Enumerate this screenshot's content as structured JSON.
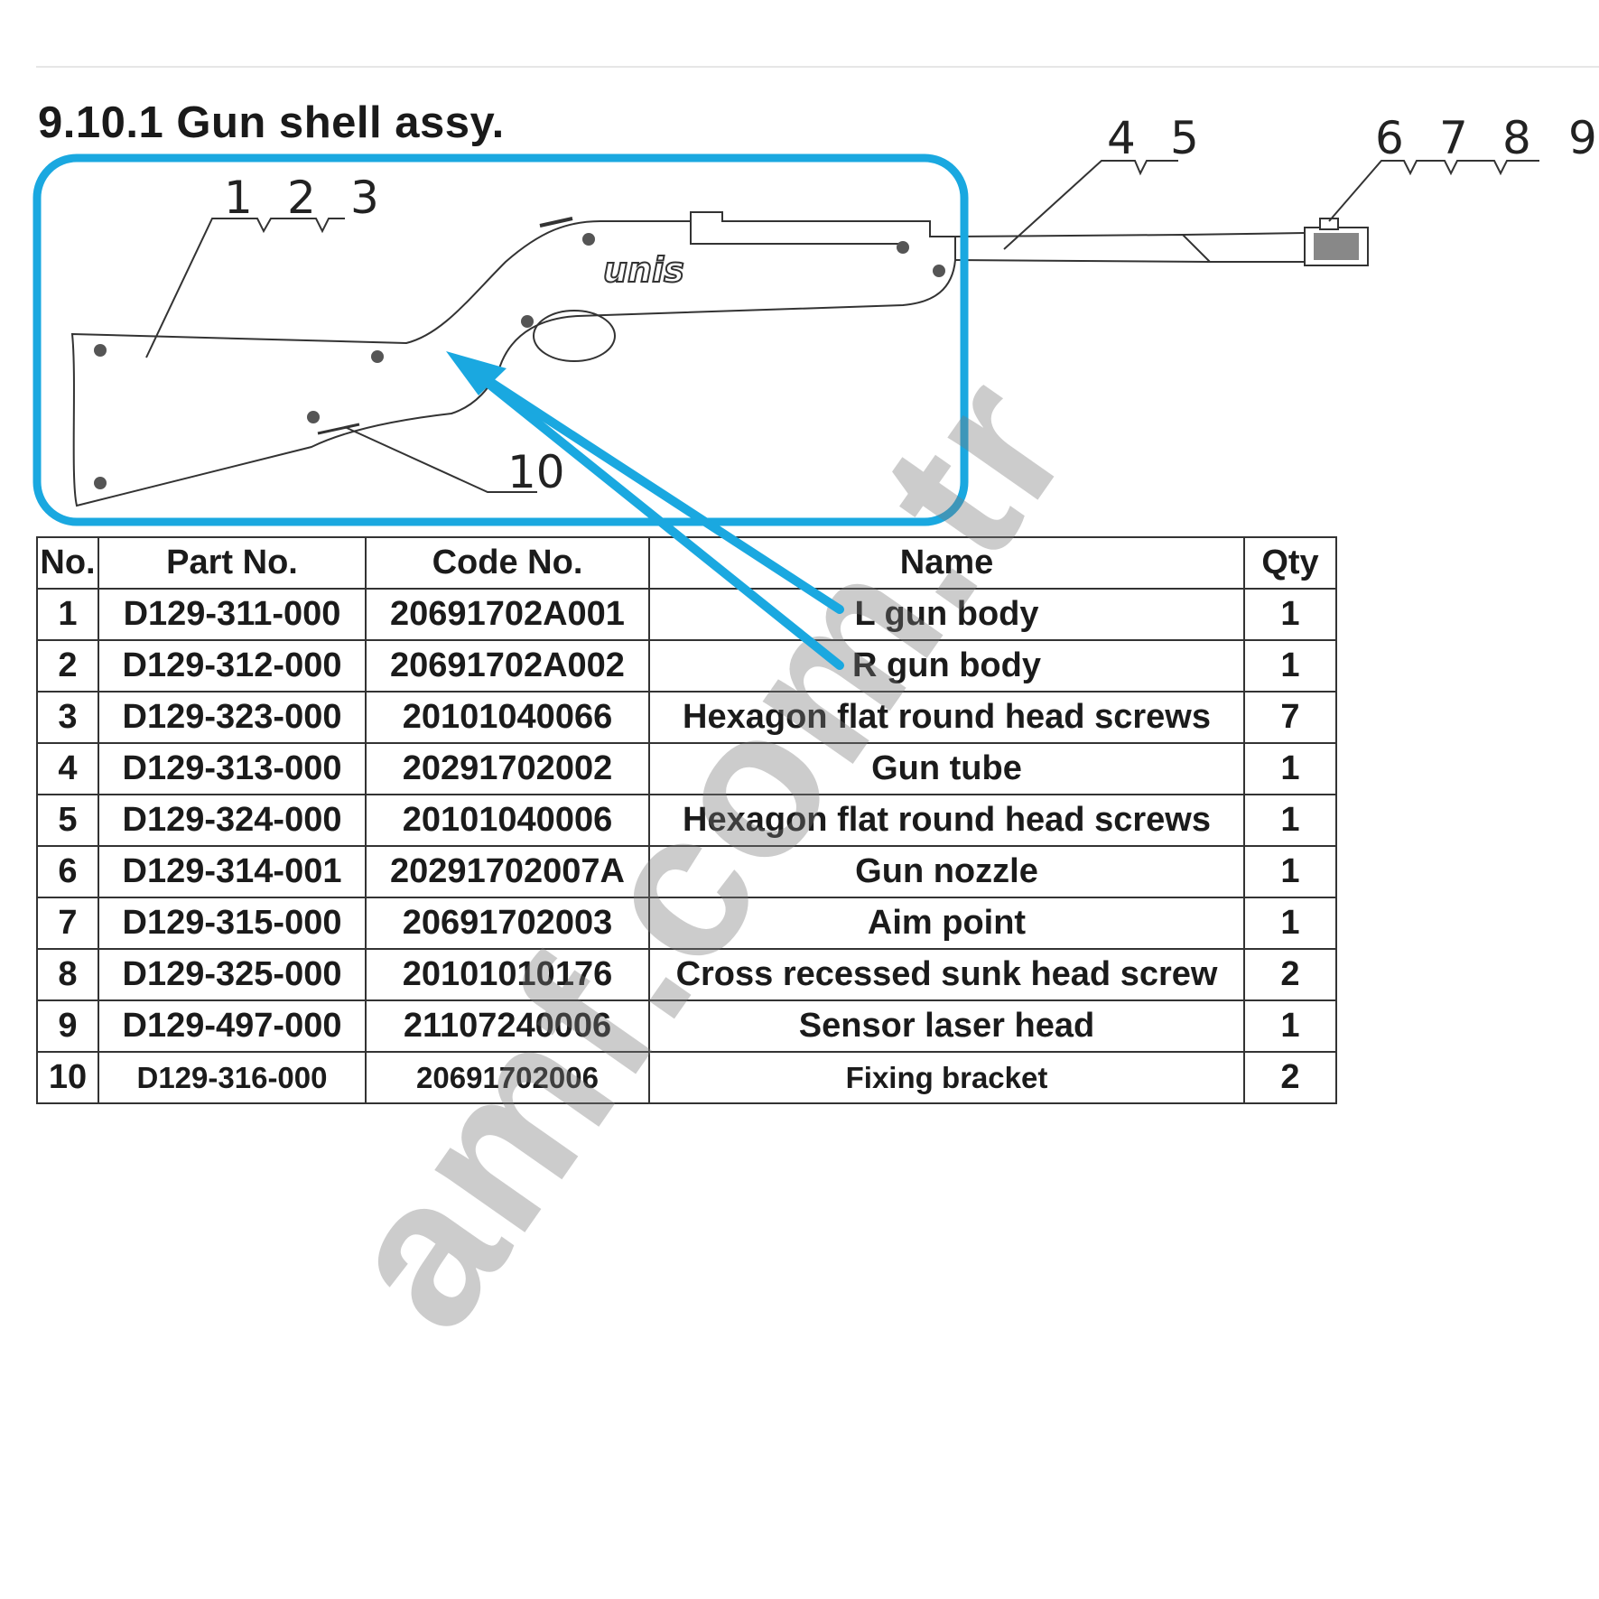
{
  "title": "9.10.1 Gun shell assy.",
  "diagram": {
    "brand_logo": "unis",
    "callouts": [
      "1",
      "2",
      "3",
      "4",
      "5",
      "6",
      "7",
      "8",
      "9",
      "10"
    ],
    "highlight_color": "#1aa8e0"
  },
  "table": {
    "headers": {
      "no": "No.",
      "part_no": "Part No.",
      "code_no": "Code No.",
      "name": "Name",
      "qty": "Qty"
    },
    "rows": [
      {
        "no": "1",
        "part_no": "D129-311-000",
        "code_no": "20691702A001",
        "name": "L gun body",
        "qty": "1"
      },
      {
        "no": "2",
        "part_no": "D129-312-000",
        "code_no": "20691702A002",
        "name": "R gun body",
        "qty": "1"
      },
      {
        "no": "3",
        "part_no": "D129-323-000",
        "code_no": "20101040066",
        "name": "Hexagon flat round head screws",
        "qty": "7"
      },
      {
        "no": "4",
        "part_no": "D129-313-000",
        "code_no": "20291702002",
        "name": "Gun tube",
        "qty": "1"
      },
      {
        "no": "5",
        "part_no": "D129-324-000",
        "code_no": "20101040006",
        "name": "Hexagon flat round head screws",
        "qty": "1"
      },
      {
        "no": "6",
        "part_no": "D129-314-001",
        "code_no": "20291702007A",
        "name": "Gun nozzle",
        "qty": "1"
      },
      {
        "no": "7",
        "part_no": "D129-315-000",
        "code_no": "20691702003",
        "name": "Aim point",
        "qty": "1"
      },
      {
        "no": "8",
        "part_no": "D129-325-000",
        "code_no": "20101010176",
        "name": "Cross recessed sunk head screw",
        "qty": "2"
      },
      {
        "no": "9",
        "part_no": "D129-497-000",
        "code_no": "21107240006",
        "name": "Sensor laser head",
        "qty": "1"
      },
      {
        "no": "10",
        "part_no": "D129-316-000",
        "code_no": "20691702006",
        "name": "Fixing bracket",
        "qty": "2"
      }
    ]
  },
  "watermark": "amf.com.tr"
}
